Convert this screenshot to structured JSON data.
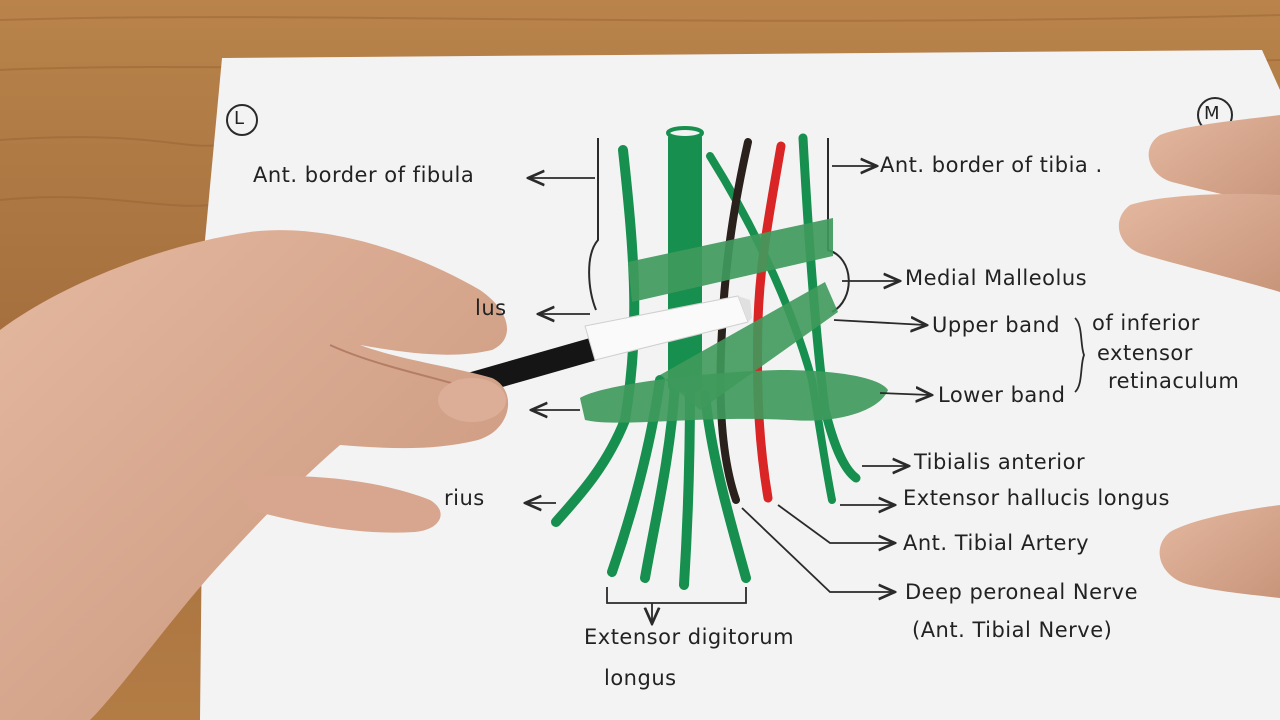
{
  "corners": {
    "left": "L",
    "right": "M"
  },
  "labels": {
    "ant_border_fibula": "Ant. border of fibula",
    "ant_border_tibia": "Ant. border of tibia .",
    "lateral_malleolus_partial": "lus",
    "peroneus_tertius_partial": "rius",
    "medial_malleolus": "Medial Malleolus",
    "upper_band": "Upper band",
    "lower_band": "Lower band",
    "retinaculum_line1": "of inferior",
    "retinaculum_line2": "extensor",
    "retinaculum_line3": "retinaculum",
    "tibialis_anterior": "Tibialis anterior",
    "extensor_hallucis_longus": "Extensor hallucis longus",
    "ant_tibial_artery": "Ant. Tibial Artery",
    "deep_peroneal_nerve": "Deep peroneal Nerve",
    "ant_tibial_nerve": "(Ant. Tibial Nerve)",
    "edl_line1": "Extensor digitorum",
    "edl_line2": "longus"
  },
  "colors": {
    "table": "#b07a45",
    "paper": "#f3f3f4",
    "tendon": "#178f4e",
    "band": "#3f9a5c",
    "artery": "#d92525",
    "nerve": "#2a211c",
    "ink": "#2a2a2a",
    "skin": "#d9a98c"
  }
}
